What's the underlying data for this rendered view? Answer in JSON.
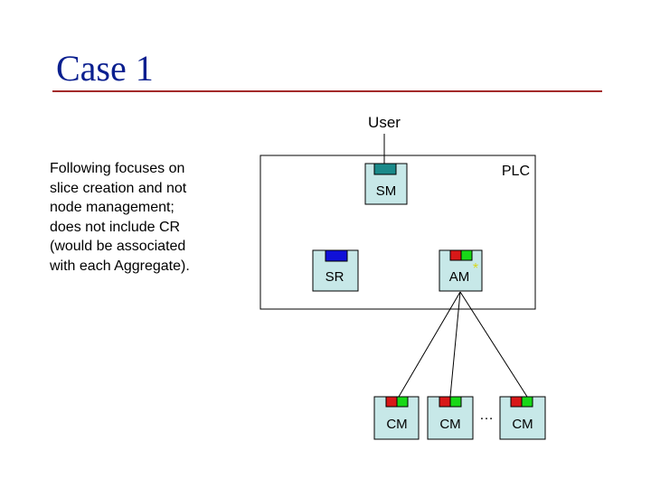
{
  "title": "Case 1",
  "note_lines": [
    "Following focuses on",
    "slice creation and not",
    "node management;",
    "does not include CR",
    "(would be associated",
    "with each Aggregate)."
  ],
  "diagram": {
    "user_label": "User",
    "plc_label": "PLC",
    "sm_label": "SM",
    "sr_label": "SR",
    "am_label": "AM",
    "am_marker": "*",
    "cm_label": "CM",
    "ellipsis": "…",
    "colors": {
      "box_fill": "#c7e8e8",
      "port_teal": "#1a8a8a",
      "port_blue": "#1010d8",
      "port_red": "#d81818",
      "port_green": "#18d818",
      "marker": "#d8d820"
    }
  }
}
